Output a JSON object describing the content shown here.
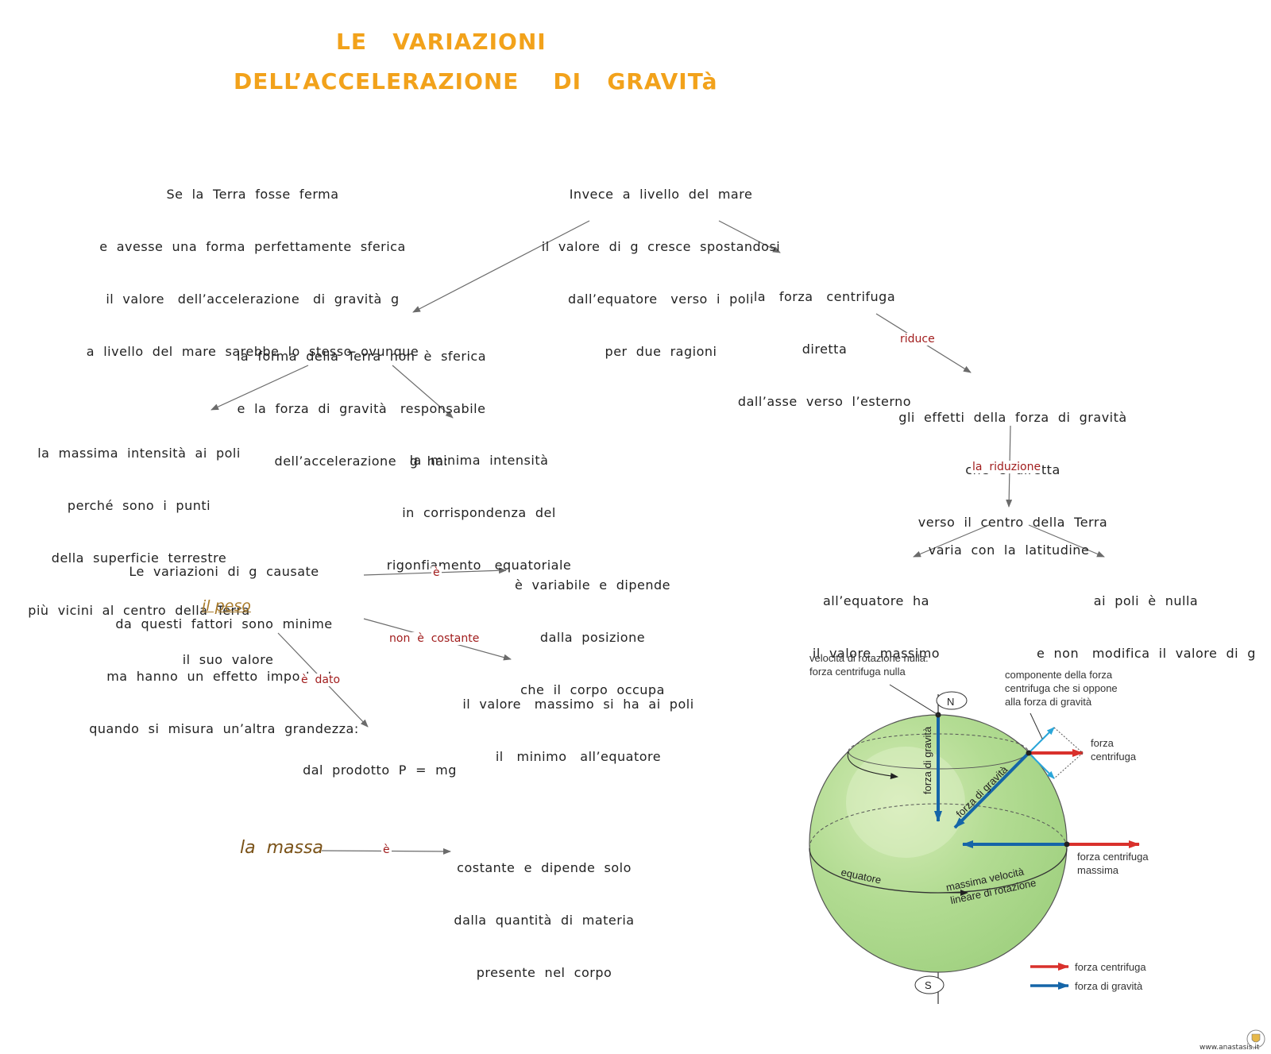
{
  "title": {
    "line1": "LE   VARIAZIONI",
    "line2": "DELL’ACCELERAZIONE    DI   GRAVITà"
  },
  "nodes": {
    "terra_ferma": [
      "Se  la  Terra  fosse  ferma",
      "e  avesse  una  forma  perfettamente  sferica",
      "il  valore   dell’accelerazione   di  gravità  g",
      "a  livello  del  mare  sarebbe  lo  stesso  ovunque"
    ],
    "invece": [
      "Invece  a  livello  del  mare",
      "il  valore  di  g  cresce  spostandosi",
      "dall’equatore   verso  i  poli",
      "per  due  ragioni"
    ],
    "forza_centrifuga": [
      "la   forza   centrifuga",
      "diretta",
      "dall’asse  verso  l’esterno"
    ],
    "forma_terra": [
      "la  forma  della  Terra  non  è  sferica",
      "e  la  forza  di  gravità   responsabile",
      "dell’accelerazione   g  ha:"
    ],
    "effetti": [
      "gli  effetti  della  forza  di  gravità",
      "che  è  diretta",
      "verso  il  centro  della  Terra"
    ],
    "massima": [
      "la  massima  intensità  ai  poli",
      "perché  sono  i  punti",
      "della  superficie  terrestre",
      "più  vicini  al  centro  della  Terra"
    ],
    "minima": [
      "la  minima  intensità",
      "in  corrispondenza  del",
      "rigonfiamento   equatoriale"
    ],
    "latitudine": [
      "varia  con  la  latitudine"
    ],
    "equatore_max": [
      "all’equatore  ha",
      "il  valore  massimo"
    ],
    "poli_nulla": [
      "ai  poli  è  nulla",
      "e  non   modifica  il  valore  di  g"
    ],
    "variazioni": [
      "Le  variazioni  di  g  causate",
      "da  questi  fattori  sono  minime",
      "ma  hanno  un  effetto  importante",
      "quando  si  misura  un’altra  grandezza:"
    ],
    "peso_link": "il peso",
    "suo_valore": [
      "il  suo  valore"
    ],
    "variabile": [
      "è  variabile  e  dipende",
      "dalla  posizione",
      "che  il  corpo  occupa"
    ],
    "valore_massimo_poli": [
      "il  valore   massimo  si  ha  ai  poli",
      "il   minimo   all’equatore"
    ],
    "prodotto": [
      "dal  prodotto  P  =  mg"
    ],
    "massa_link": "la  massa",
    "costante": [
      "costante  e  dipende  solo",
      "dalla  quantità  di  materia",
      "presente  nel  corpo"
    ]
  },
  "edge_labels": {
    "riduce": "riduce",
    "la_riduzione": "la  riduzione",
    "e_variabile": "è",
    "non_costante": "non  è  costante",
    "e_dato": "è  dato",
    "e_massa": "è"
  },
  "globe": {
    "north": "N",
    "south": "S",
    "rotazione_nulla": [
      "velocità di rotazione nulla:",
      "forza centrifuga nulla"
    ],
    "componente": [
      "componente della forza",
      "centrifuga che si oppone",
      "alla forza di gravità"
    ],
    "forza_centrifuga": [
      "forza",
      "centrifuga"
    ],
    "forza_centrifuga_massima": [
      "forza centrifuga",
      "massima"
    ],
    "forza_di_gravita_vertical": "forza di gravità",
    "forza_di_gravita_diag": "forza di gravità",
    "equatore": "equatore",
    "massima_velocita": [
      "massima velocità",
      "lineare di rotazione"
    ],
    "legend_centrifuga": "forza centrifuga",
    "legend_gravita": "forza di gravità"
  },
  "footer": {
    "site": "www.anastasis.it"
  },
  "colors": {
    "title": "#f2a21b",
    "edge_label": "#a11d1d",
    "centrifuga": "#d9312c",
    "gravita": "#1565a8",
    "component": "#2aa6d9",
    "globe": "#a8d48a"
  }
}
